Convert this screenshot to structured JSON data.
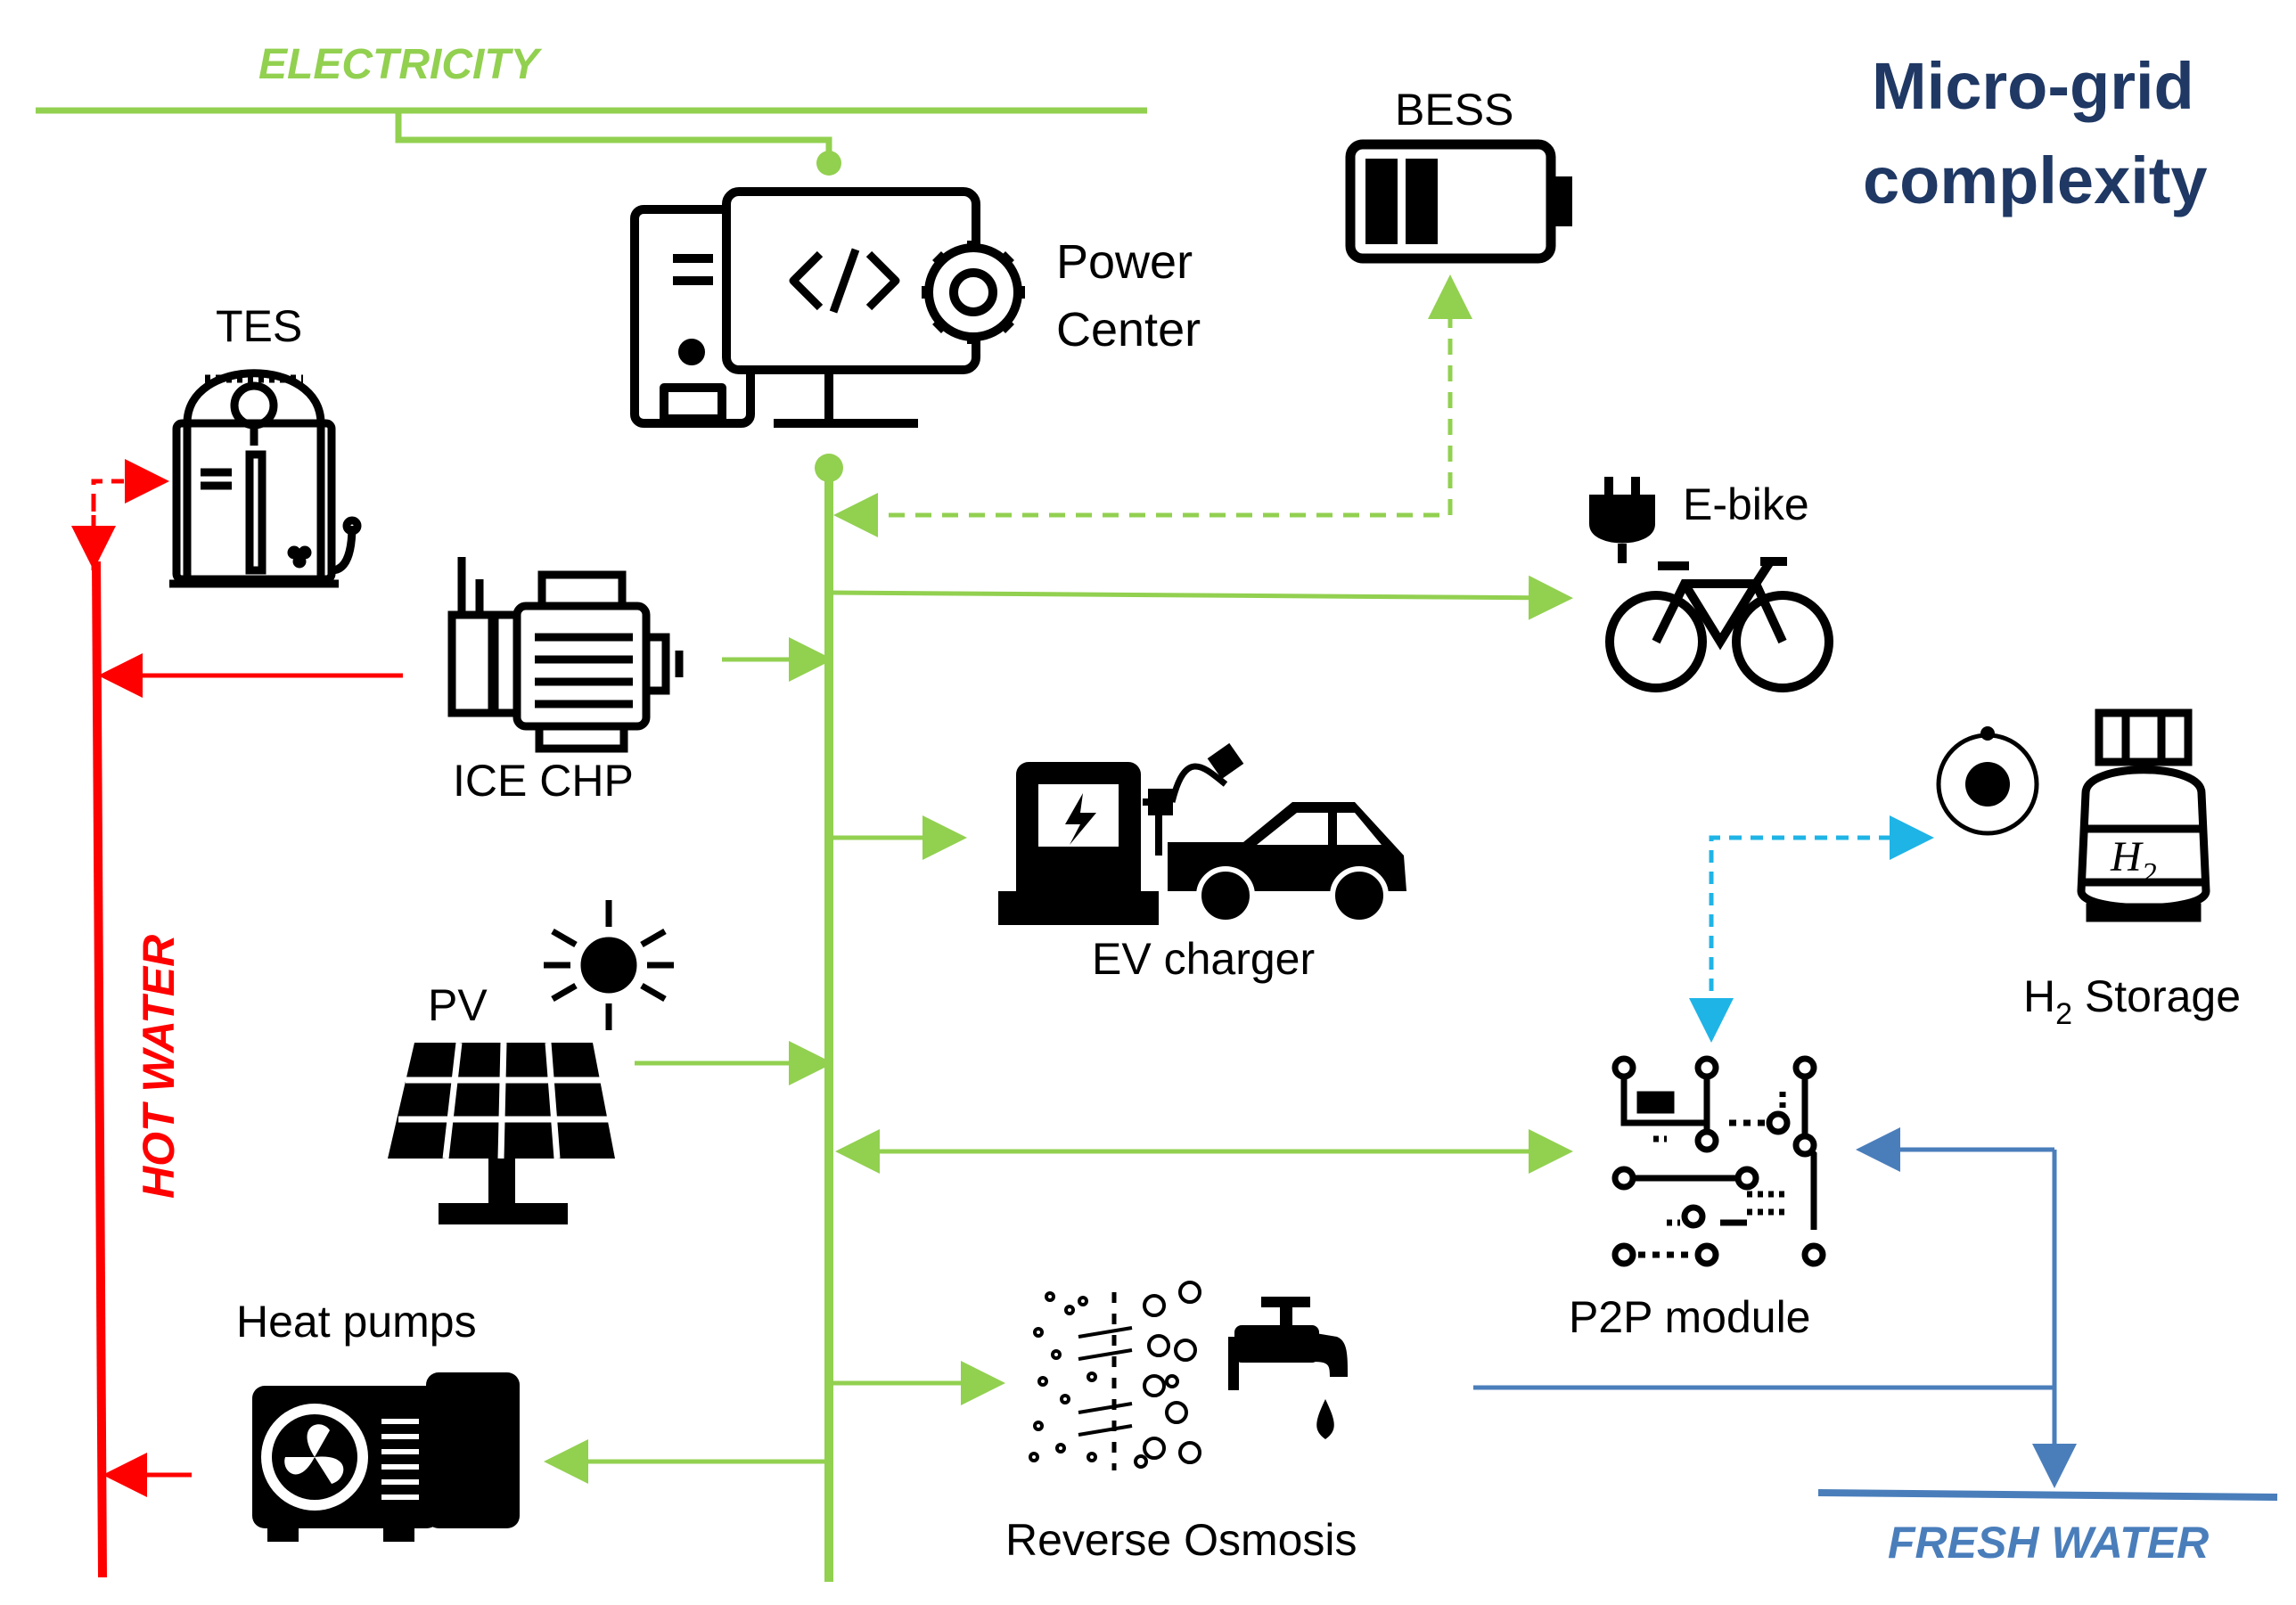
{
  "title": {
    "line1": "Micro-grid",
    "line2": "complexity",
    "color": "#1f3864"
  },
  "flows": {
    "electricity": {
      "label": "ELECTRICITY",
      "color": "#92d050"
    },
    "hot_water": {
      "label": "HOT WATER",
      "color": "#ff0000"
    },
    "fresh_water": {
      "label": "FRESH WATER",
      "color": "#4a7ebb"
    },
    "hydrogen": {
      "color": "#1fb4e6"
    }
  },
  "components": {
    "power_center": {
      "line1": "Power",
      "line2": "Center"
    },
    "bess": {
      "label": "BESS"
    },
    "tes": {
      "label": "TES"
    },
    "ice_chp": {
      "label": "ICE CHP"
    },
    "ebike": {
      "label": "E-bike"
    },
    "ev_charger": {
      "label": "EV charger"
    },
    "pv": {
      "label": "PV"
    },
    "h2_storage": {
      "label_h": "H",
      "label_sub": "2",
      "label_rest": " Storage",
      "tank_text": "H",
      "tank_sub": "2"
    },
    "p2p": {
      "label": "P2P module"
    },
    "heat_pumps": {
      "label": "Heat pumps"
    },
    "reverse_osmosis": {
      "label": "Reverse Osmosis"
    }
  }
}
